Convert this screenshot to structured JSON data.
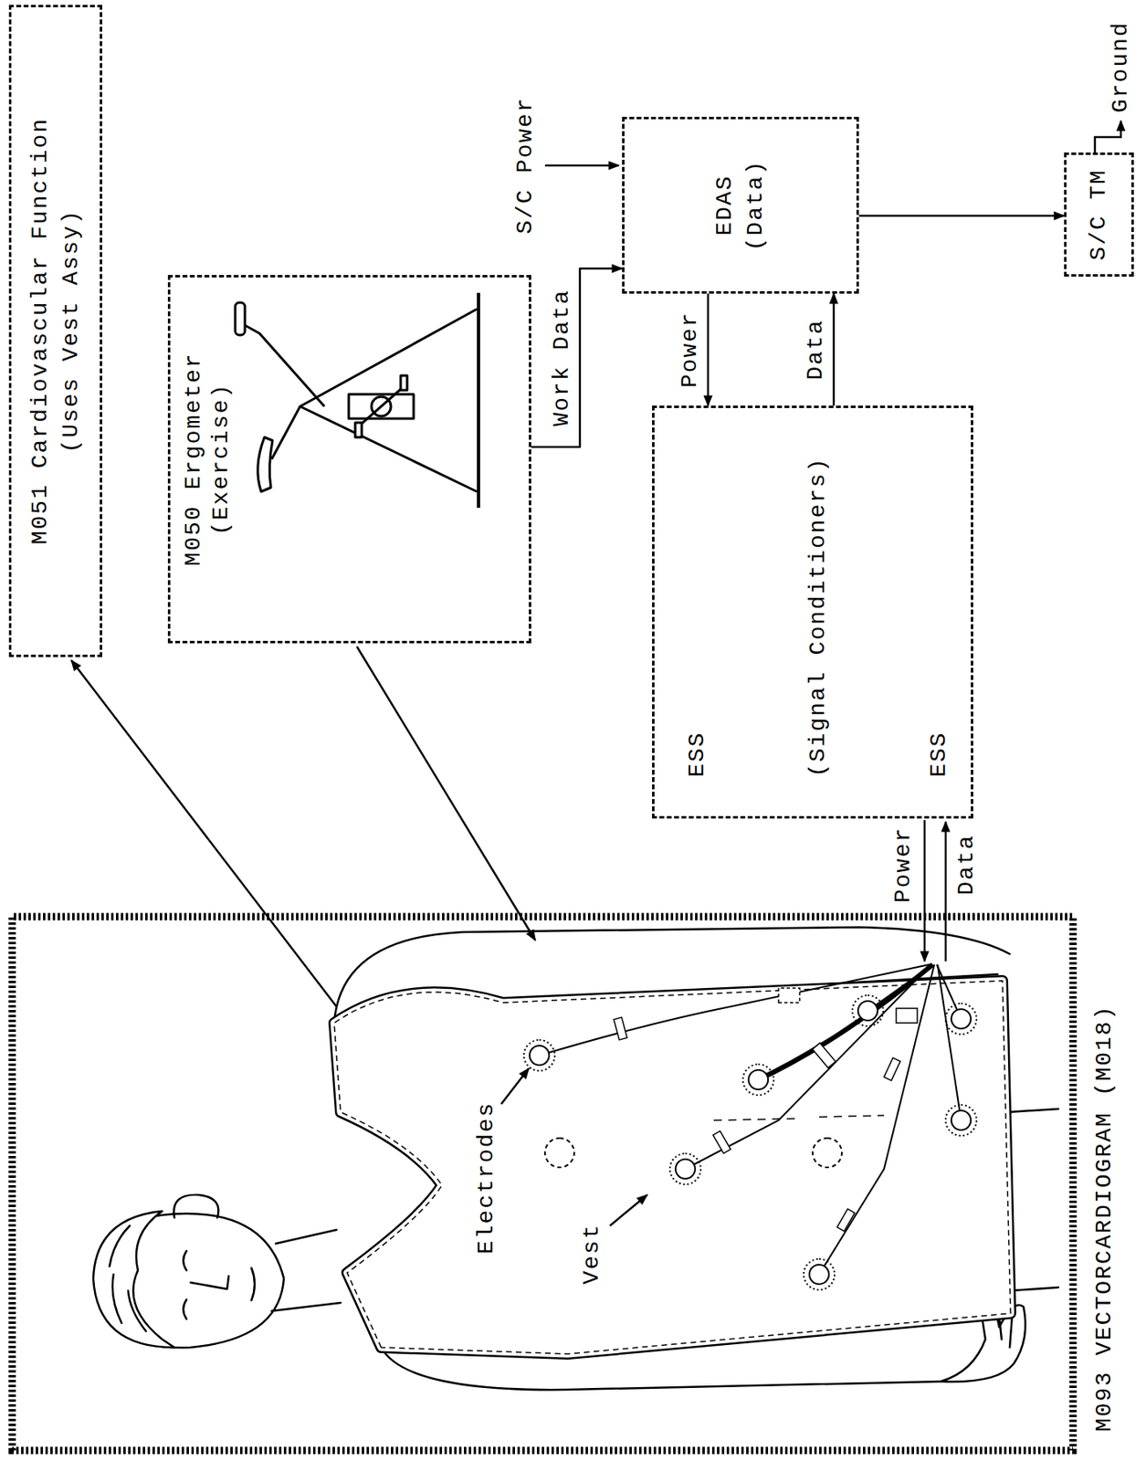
{
  "diagram": {
    "caption": "M093 VECTORCARDIOGRAM (M018)",
    "nodes": [
      {
        "text": [
          "M051 Cardiovascular Function",
          "(Uses Vest Assy)"
        ]
      },
      {
        "text": [
          "M050 Ergometer",
          "(Exercise)"
        ]
      },
      {
        "text": [
          "EDAS",
          "(Data)"
        ]
      },
      {
        "text": [
          "ESS",
          "(Signal Conditioners)",
          "ESS"
        ]
      },
      {
        "text": [
          "S/C TM"
        ]
      }
    ],
    "edges": [
      {
        "from": 1,
        "to": 2,
        "label": "Work Data",
        "arrow": "to"
      },
      {
        "from": 2,
        "to": 3,
        "label": "Power",
        "arrow": "to"
      },
      {
        "from": 3,
        "to": 2,
        "label": "Data",
        "arrow": "to"
      },
      {
        "from": 2,
        "to": 4,
        "arrow": "to"
      }
    ],
    "labels": [
      "S/C Power",
      "Ground",
      "Vest",
      "Electrodes",
      "Power",
      "Data"
    ]
  }
}
